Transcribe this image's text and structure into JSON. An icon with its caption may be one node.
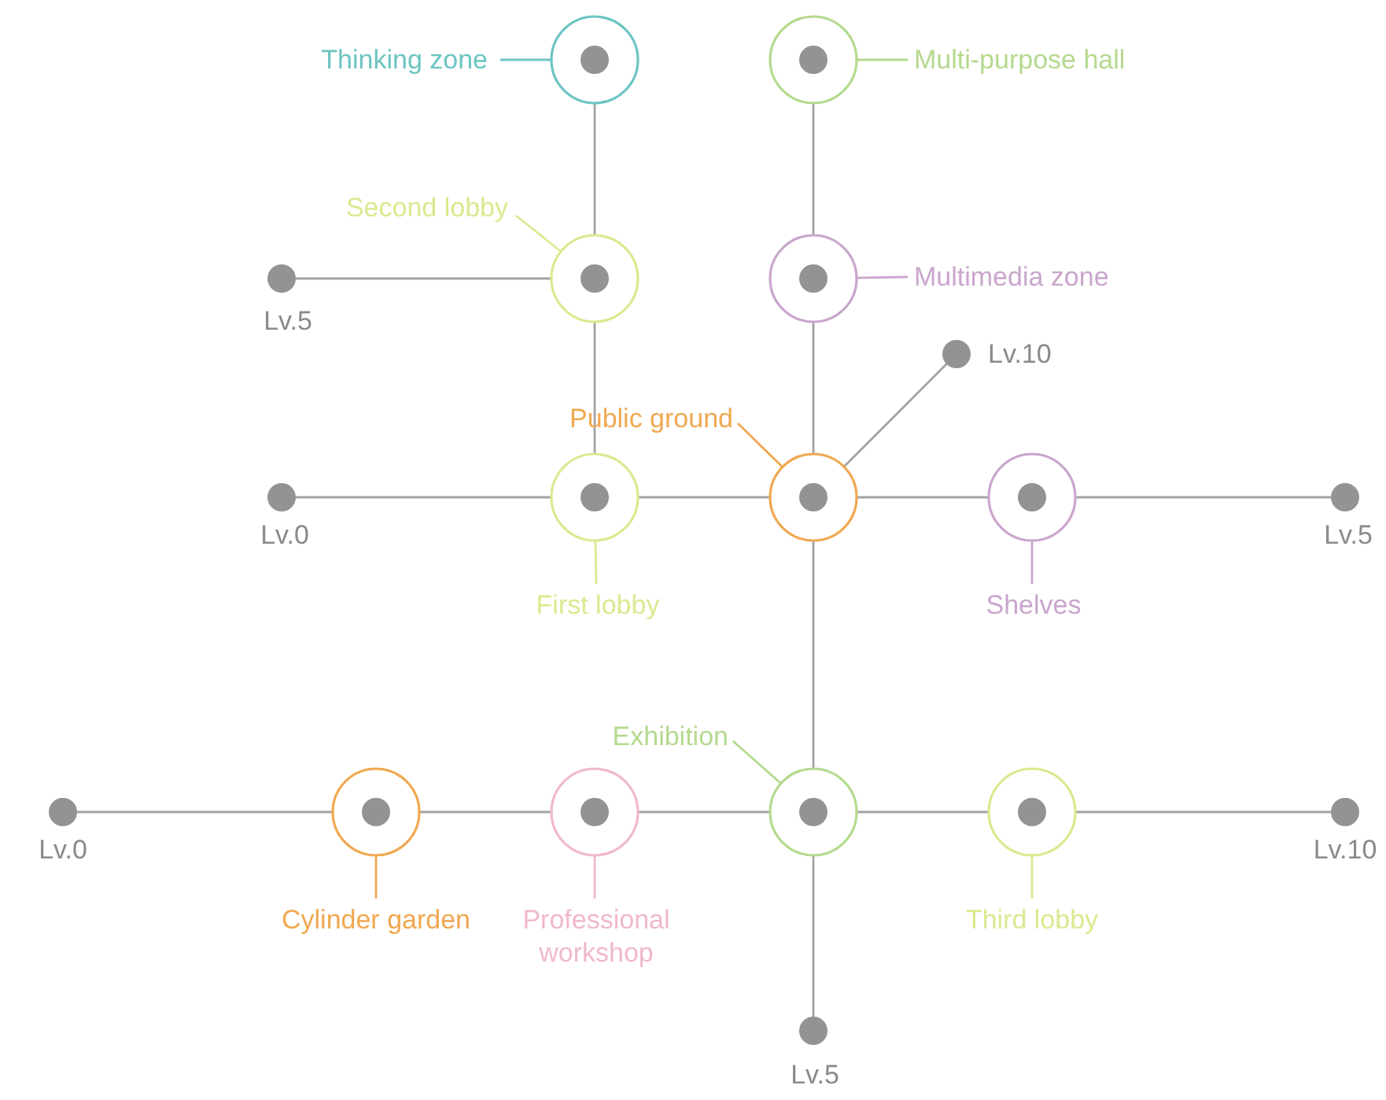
{
  "diagram": {
    "nodes": [
      {
        "text": [
          "Thinking zone"
        ]
      },
      {
        "text": [],
        "shape": "circle"
      },
      {
        "text": [],
        "shape": "circle"
      },
      {
        "text": [
          "Multi-purpose hall"
        ]
      },
      {
        "text": [
          "Second lobby"
        ]
      },
      {
        "text": [
          "Lv.5"
        ]
      },
      {
        "text": [],
        "shape": "circle"
      },
      {
        "text": [],
        "shape": "circle"
      },
      {
        "text": [
          "Multimedia zone"
        ]
      },
      {
        "text": [
          "Lv.10"
        ]
      },
      {
        "text": [
          "Public ground"
        ]
      },
      {
        "text": [
          "Lv.0"
        ]
      },
      {
        "text": [],
        "shape": "circle"
      },
      {
        "text": [],
        "shape": "circle"
      },
      {
        "text": [],
        "shape": "circle"
      },
      {
        "text": [
          "Lv.5"
        ]
      },
      {
        "text": [
          "First lobby"
        ]
      },
      {
        "text": [
          "Shelves"
        ]
      },
      {
        "text": [
          "Exhibition"
        ]
      },
      {
        "text": [
          "Lv.0"
        ]
      },
      {
        "text": [],
        "shape": "circle"
      },
      {
        "text": [],
        "shape": "circle"
      },
      {
        "text": [],
        "shape": "circle"
      },
      {
        "text": [],
        "shape": "circle"
      },
      {
        "text": [
          "Lv.10"
        ]
      },
      {
        "text": [
          "Cylinder garden"
        ]
      },
      {
        "text": [
          "Professional workshop"
        ]
      },
      {
        "text": [
          "Third lobby"
        ]
      },
      {
        "text": [
          "Lv.5"
        ]
      }
    ],
    "edges": [
      {
        "from": 1,
        "to": 6,
        "arrow": "none"
      },
      {
        "from": 6,
        "to": 12,
        "arrow": "none"
      },
      {
        "from": 2,
        "to": 7,
        "arrow": "none"
      },
      {
        "from": 7,
        "to": 13,
        "arrow": "none"
      },
      {
        "from": 13,
        "to": 22,
        "arrow": "none"
      },
      {
        "from": 22,
        "to": 28,
        "arrow": "none"
      },
      {
        "from": 5,
        "to": 6,
        "arrow": "none"
      },
      {
        "from": 11,
        "to": 12,
        "arrow": "none"
      },
      {
        "from": 12,
        "to": 13,
        "arrow": "none"
      },
      {
        "from": 13,
        "to": 14,
        "arrow": "none"
      },
      {
        "from": 14,
        "to": 15,
        "arrow": "none"
      },
      {
        "from": 13,
        "to": 9,
        "arrow": "none"
      },
      {
        "from": 19,
        "to": 20,
        "arrow": "none"
      },
      {
        "from": 20,
        "to": 21,
        "arrow": "none"
      },
      {
        "from": 21,
        "to": 22,
        "arrow": "none"
      },
      {
        "from": 22,
        "to": 23,
        "arrow": "none"
      },
      {
        "from": 23,
        "to": 24,
        "arrow": "none"
      },
      {
        "from": 0,
        "to": 1,
        "arrow": "none",
        "color": "#6cc5c1"
      },
      {
        "from": 3,
        "to": 2,
        "arrow": "none",
        "color": "#b5d98e"
      },
      {
        "from": 4,
        "to": 6,
        "arrow": "none",
        "color": "#dde88f"
      },
      {
        "from": 8,
        "to": 7,
        "arrow": "none",
        "color": "#c9a6cc"
      },
      {
        "from": 10,
        "to": 13,
        "arrow": "none",
        "color": "#f0a850"
      },
      {
        "from": 16,
        "to": 12,
        "arrow": "none",
        "color": "#dde88f"
      },
      {
        "from": 17,
        "to": 14,
        "arrow": "none",
        "color": "#c9a6cc"
      },
      {
        "from": 18,
        "to": 22,
        "arrow": "none",
        "color": "#b5d98e"
      },
      {
        "from": 25,
        "to": 20,
        "arrow": "none",
        "color": "#f0a850"
      },
      {
        "from": 26,
        "to": 21,
        "arrow": "none",
        "color": "#f0b8cc"
      },
      {
        "from": 27,
        "to": 23,
        "arrow": "none",
        "color": "#dde88f"
      }
    ]
  }
}
